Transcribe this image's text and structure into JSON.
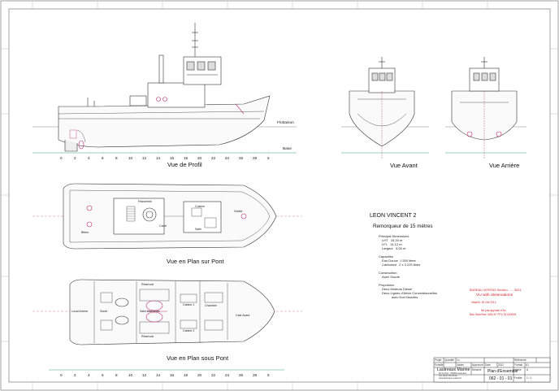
{
  "views": {
    "profile": "Vue de Profil",
    "front": "Vue Avant",
    "rear": "Vue Arrière",
    "deck_plan": "Vue en Plan sur Pont",
    "below_deck": "Vue en Plan sous Pont"
  },
  "profile_labels": {
    "waterline": "Flottaison",
    "base": "Base"
  },
  "scale_ticks": [
    "0",
    "2",
    "4",
    "6",
    "8",
    "10",
    "12",
    "14",
    "16",
    "18",
    "20",
    "22",
    "24",
    "26",
    "28",
    "5"
  ],
  "vessel": {
    "name": "LEON VINCENT 2",
    "type": "Remorqueur de 15 mètres"
  },
  "specs": {
    "dimensions_heading": "Principal Dimensions",
    "dimensions": [
      "LHT   15,20 m",
      "LFL   14,12 m",
      "Largeur   5,00 m"
    ],
    "capacity_heading": "Capacités",
    "capacity": [
      "Eau Douce  1 500 litres",
      "Carburant   2 x 3 225 litres"
    ],
    "construction_heading": "Construction",
    "construction": [
      "Acier Soudé"
    ],
    "propulsion_heading": "Propulsion",
    "propulsion": [
      "Deux Moteurs Diesel",
      "Deux Lignes d'Arbre Conventionnelles",
      "avec Kort Nozzles"
    ]
  },
  "stamp": {
    "line1": "BUREAU VERITAS Section ...... 3001",
    "line2": "VU with observations",
    "line3": "Visa/Nr:   30 Oct 2012",
    "line4": "Ne pas apposer d'Ac",
    "line5": "Bas Sect/Vise: NDk N° FPV 2013/0005"
  },
  "deck_labels": [
    "Passerelle",
    "Cuisine",
    "Carré",
    "Salle",
    "Hublot",
    "Bittes"
  ],
  "below_labels": [
    "Cale Avant",
    "Chambre",
    "Salle Machines",
    "Soute",
    "Local Arrière",
    "Cabine 1",
    "Cabine 2",
    "Réservoir",
    "Réservoir"
  ],
  "title_block": {
    "h_projet": "Projet",
    "h_quantity": "Quantité",
    "h_qty_val": "1u",
    "h_ref": "Référence",
    "h_echelle": "Echelle",
    "h_ech_val": "Varies",
    "h_format": "Format",
    "h_fmt_val": "A1",
    "h_approval": "Approuvé",
    "h_date": "Date",
    "h_date_val": "2011",
    "h_drawn": "Dessiné",
    "h_feuille": "Feuille",
    "company": "Lautreaux Marine",
    "company_addr": "ZA Le Port - 56500 Lautreaux",
    "company_tel": "Tél: 02 97 00 00 00",
    "company_mail": "www.lautreaux-marine.fr",
    "title": "Plan d'Ensemble",
    "number": "062 - 01 - 01",
    "rev_label": "Indice",
    "rev": "A",
    "sheet_label": "1 / 1"
  },
  "colors": {
    "line": "#333333",
    "water": "#3aa17e",
    "accent": "#c0306a",
    "stamp": "#d0202a",
    "grid": "#9aa0a6"
  }
}
